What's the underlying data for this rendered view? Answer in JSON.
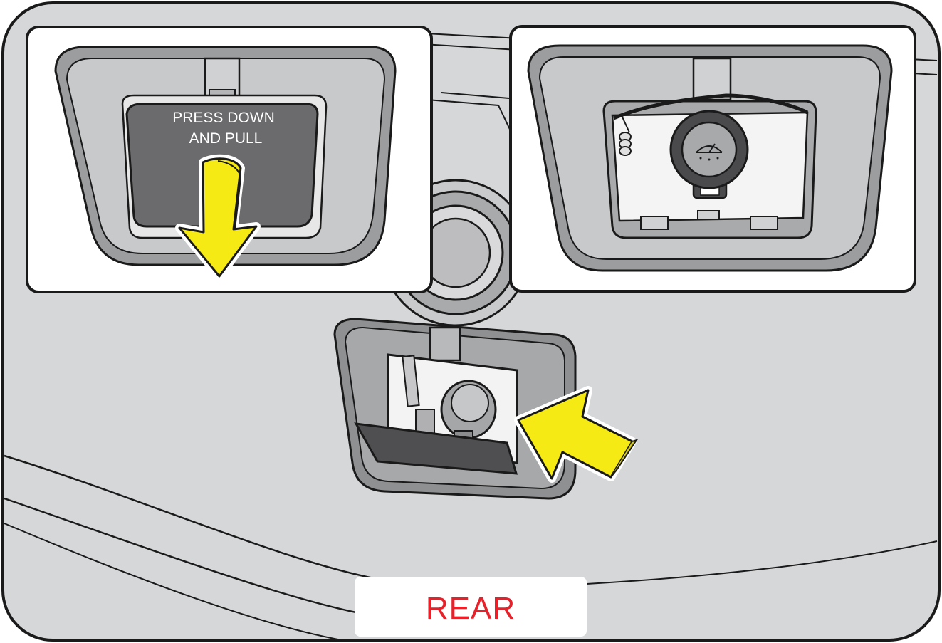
{
  "diagram": {
    "callout_left": {
      "line1": "PRESS DOWN",
      "line2": "AND PULL"
    },
    "bottom_label": "REAR"
  },
  "colors": {
    "arrow_yellow": "#f5ea14",
    "label_red": "#e8202a",
    "panel_gray": "#d6d7d9",
    "cover_dark": "#6b6b6d"
  },
  "icons": [
    "down-arrow-icon",
    "pointer-arrow-icon",
    "wiper-icon",
    "power-socket-icon"
  ]
}
